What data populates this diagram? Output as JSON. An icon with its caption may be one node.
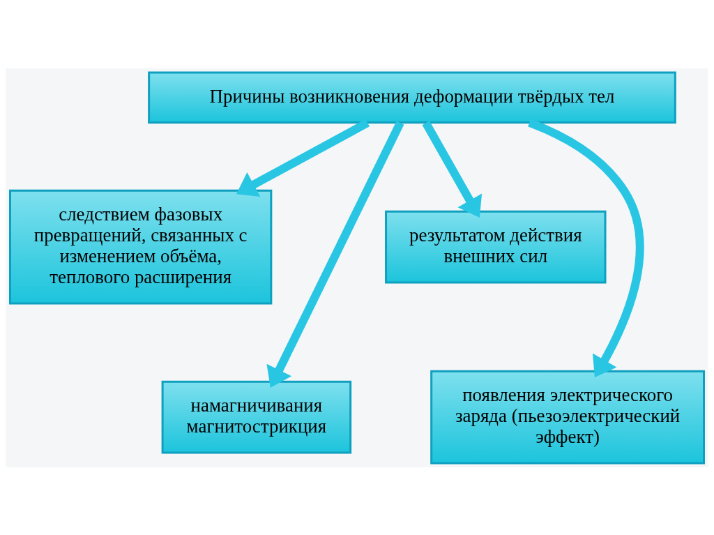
{
  "diagram": {
    "nodes": [
      {
        "text": [
          "Причины возникновения деформации твёрдых тел"
        ]
      },
      {
        "text": [
          "следствием фазовых превращений, связанных с изменением объёма, теплового расширения"
        ]
      },
      {
        "text": [
          "результатом действия внешних сил"
        ]
      },
      {
        "text": [
          "появления электрического заряда (пьезоэлектрический эффект)"
        ]
      },
      {
        "text": [
          "намагничивания магнитострикция"
        ]
      }
    ],
    "edges": [
      {
        "from": 0,
        "to": 1,
        "arrow": "to"
      },
      {
        "from": 0,
        "to": 4,
        "arrow": "to"
      },
      {
        "from": 0,
        "to": 3,
        "arrow": "to"
      },
      {
        "from": 0,
        "to": 2,
        "arrow": "to"
      }
    ]
  }
}
